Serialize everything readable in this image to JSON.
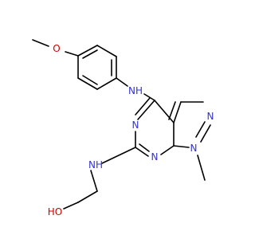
{
  "molecule": {
    "labels": {
      "o_methoxy": "O",
      "n_amine_top": "NH",
      "n_pyrimidine_left": "N",
      "n_pyrazole_right": "N",
      "n_pyrimidine_bottom": "N",
      "n_pyrazole_bottom": "N",
      "n_amine_left": "NH",
      "oh_group": "HO"
    },
    "colors": {
      "bond": "#000000",
      "nitrogen": "#3333cc",
      "oxygen": "#cc0000"
    }
  }
}
